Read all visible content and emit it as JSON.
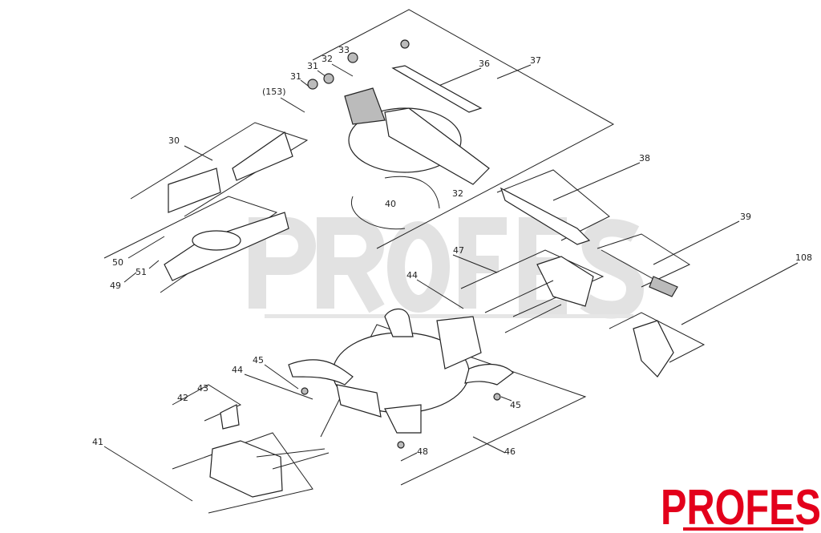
{
  "watermark": "PROFES",
  "logo": {
    "text": "PROFES",
    "color": "#e3001b"
  },
  "labels": [
    "33",
    "32",
    "31",
    "31",
    "(153)",
    "36",
    "37",
    "30",
    "38",
    "32",
    "40",
    "39",
    "108",
    "47",
    "44",
    "50",
    "51",
    "49",
    "45",
    "44",
    "43",
    "42",
    "41",
    "48",
    "46",
    "45"
  ]
}
